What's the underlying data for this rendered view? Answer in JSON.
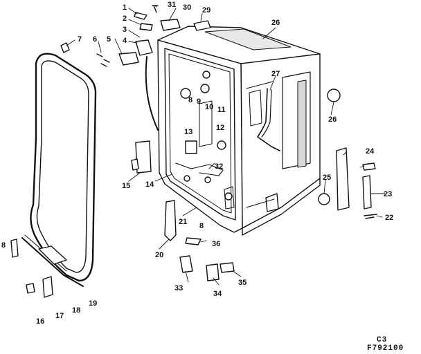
{
  "callouts": [
    {
      "id": "c1",
      "text": "1"
    },
    {
      "id": "c2",
      "text": "2"
    },
    {
      "id": "c3",
      "text": "3"
    },
    {
      "id": "c4",
      "text": "4"
    },
    {
      "id": "c5",
      "text": "5"
    },
    {
      "id": "c6",
      "text": "6"
    },
    {
      "id": "c7",
      "text": "7"
    },
    {
      "id": "c8a",
      "text": "8"
    },
    {
      "id": "c8b",
      "text": "8"
    },
    {
      "id": "c8c",
      "text": "8"
    },
    {
      "id": "c9",
      "text": "9"
    },
    {
      "id": "c10",
      "text": "10"
    },
    {
      "id": "c11",
      "text": "11"
    },
    {
      "id": "c12",
      "text": "12"
    },
    {
      "id": "c13",
      "text": "13"
    },
    {
      "id": "c14",
      "text": "14"
    },
    {
      "id": "c15",
      "text": "15"
    },
    {
      "id": "c16",
      "text": "16"
    },
    {
      "id": "c17",
      "text": "17"
    },
    {
      "id": "c18",
      "text": "18"
    },
    {
      "id": "c19",
      "text": "19"
    },
    {
      "id": "c20",
      "text": "20"
    },
    {
      "id": "c21",
      "text": "21"
    },
    {
      "id": "c22",
      "text": "22"
    },
    {
      "id": "c23",
      "text": "23"
    },
    {
      "id": "c24",
      "text": "24"
    },
    {
      "id": "c25",
      "text": "25"
    },
    {
      "id": "c26a",
      "text": "26"
    },
    {
      "id": "c26b",
      "text": "26"
    },
    {
      "id": "c27",
      "text": "27"
    },
    {
      "id": "c29",
      "text": "29"
    },
    {
      "id": "c30",
      "text": "30"
    },
    {
      "id": "c31",
      "text": "31"
    },
    {
      "id": "c32",
      "text": "32"
    },
    {
      "id": "c33",
      "text": "33"
    },
    {
      "id": "c34",
      "text": "34"
    },
    {
      "id": "c35",
      "text": "35"
    },
    {
      "id": "c36",
      "text": "36"
    }
  ],
  "footer": {
    "section": "C3",
    "figure": "F792100"
  },
  "colors": {
    "line": "#111111",
    "fill": "#ffffff",
    "shade": "#d8d8d8"
  }
}
